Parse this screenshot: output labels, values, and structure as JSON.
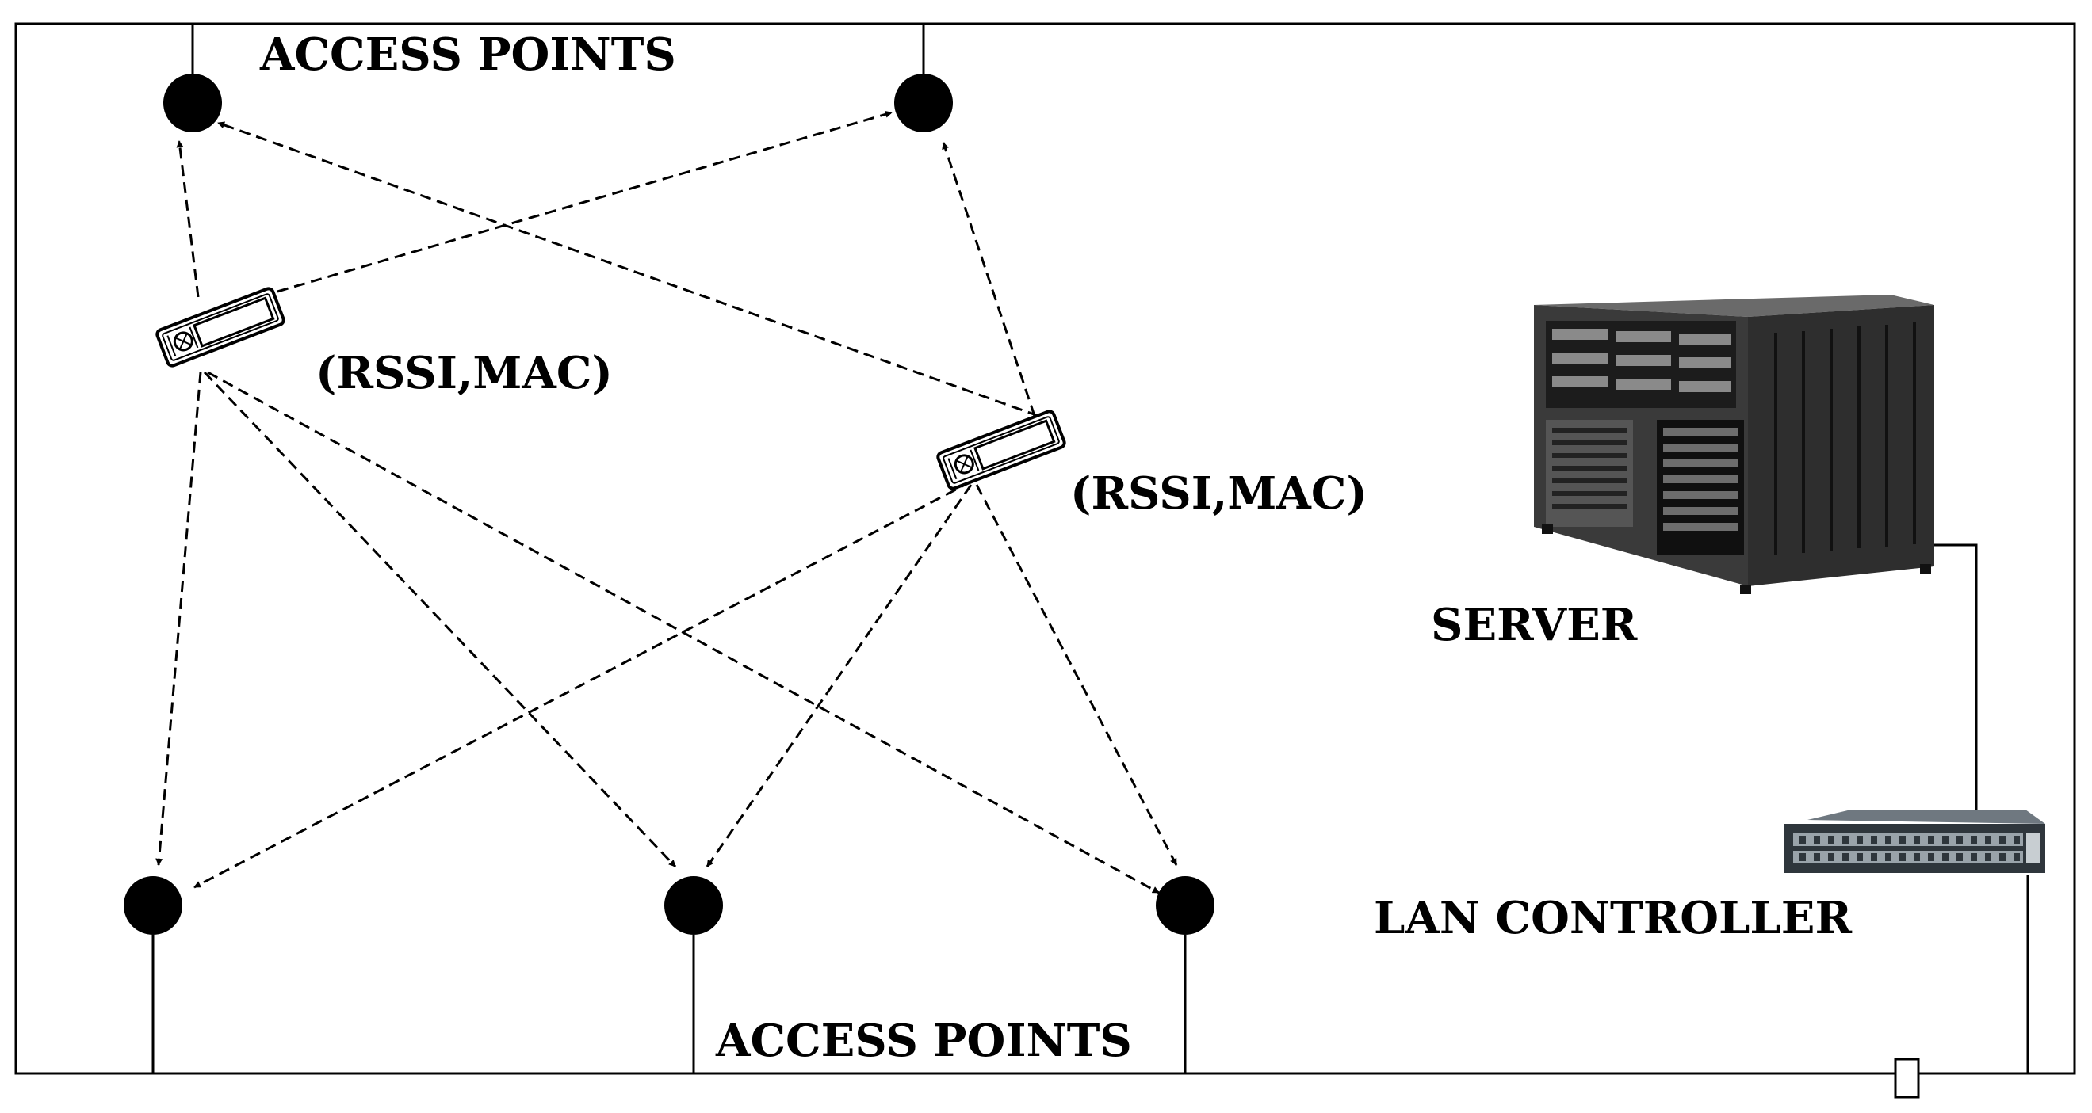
{
  "labels": {
    "access_points_top": "ACCESS POINTS",
    "access_points_bottom": "ACCESS POINTS",
    "rssi_mac_1": "(RSSI,MAC)",
    "rssi_mac_2": "(RSSI,MAC)",
    "server": "SERVER",
    "lan_controller": "LAN CONTROLLER"
  },
  "icons": {
    "access_point": "filled-circle",
    "mobile_device": "handheld-device-icon",
    "server": "server-tower-icon",
    "lan_controller": "network-switch-icon"
  },
  "colors": {
    "line": "#000000",
    "background": "#ffffff",
    "server_body": "#2b2b2b",
    "switch_body": "#333a40"
  }
}
